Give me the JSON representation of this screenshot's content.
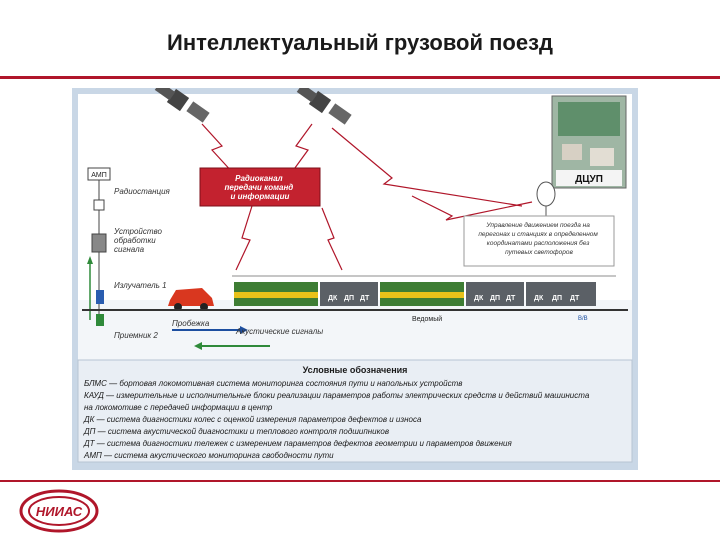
{
  "slide": {
    "title": "Интеллектуальный грузовой поезд"
  },
  "diagram": {
    "amp_label": "АМП",
    "radio_station": "Радиостанция",
    "processing_unit": "Устройство обработки сигнала",
    "emitter1": "Излучатель 1",
    "emitter2": "Приемник 2",
    "radio_channel": "Радиоканал передачи команд и информации",
    "dcup": "ДЦУП",
    "control_note": "Управление движением поезда на перегонах и станциях в определенном координатами расположения без путевых светофоров",
    "driven_label": "Ведомый",
    "probe_label": "Пробежка",
    "acoustic_label": "Акустические сигналы",
    "legend_title": "Условные обозначения",
    "legend_items": [
      "БЛМС — бортовая локомотивная система мониторинга состояния пути и напольных устройств",
      "КАУД — измерительные и исполнительные блоки реализации параметров работы электрических средств и действий машиниста",
      "на локомотиве с передачей информации в центр",
      "ДК — система диагностики колес с оценкой измерения параметров дефектов и износа",
      "ДП — система акустической диагностики и теплового контроля подшипников",
      "ДТ — система диагностики тележек с измерением параметров дефектов геометрии и параметров движения",
      "АМП — система акустического мониторинга свободности пути"
    ],
    "car_labels": [
      "ДК",
      "ДП",
      "ДТ",
      "ДК",
      "ДП",
      "ДТ",
      "ДК",
      "ДП",
      "ДТ"
    ],
    "marker_label": "В/В"
  },
  "logo": {
    "text": "НИИАС"
  },
  "colors": {
    "accent": "#b0162a",
    "loco_green": "#3e7d34",
    "loco_yellow": "#e8c21a"
  }
}
